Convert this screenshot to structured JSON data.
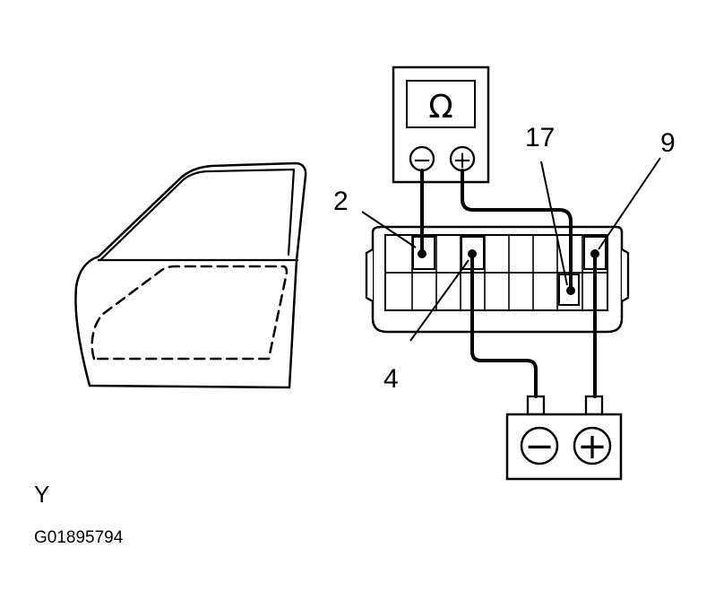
{
  "meter": {
    "symbol": "Ω",
    "neg": "−",
    "pos": "+"
  },
  "battery": {
    "neg": "−",
    "pos": "+"
  },
  "pins": {
    "p2": "2",
    "p4": "4",
    "p17": "17",
    "p9": "9"
  },
  "caption": "Y",
  "figure_code": "G01895794"
}
